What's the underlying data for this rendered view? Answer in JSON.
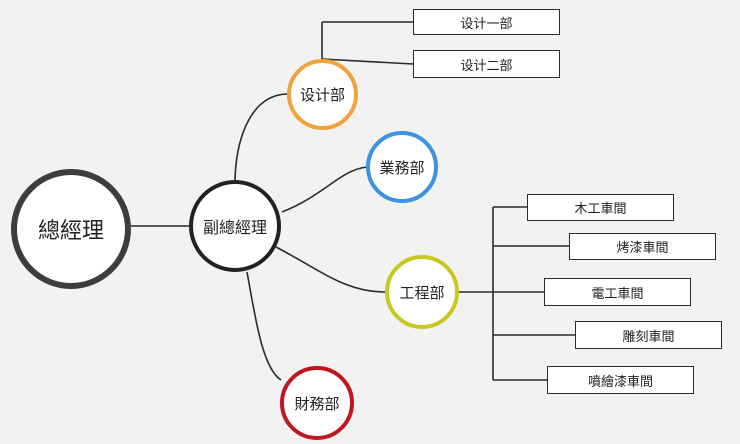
{
  "org_chart": {
    "root": {
      "label": "總經理",
      "color": "#3d3d3d"
    },
    "deputy": {
      "label": "副總經理",
      "color": "#1f2326"
    },
    "departments": [
      {
        "id": "design",
        "label": "设计部",
        "color": "#f0a23e"
      },
      {
        "id": "business",
        "label": "業務部",
        "color": "#3c93e0"
      },
      {
        "id": "engineering",
        "label": "工程部",
        "color": "#c9c820"
      },
      {
        "id": "finance",
        "label": "財務部",
        "color": "#c0171f"
      }
    ],
    "design_units": [
      "设计一部",
      "设计二部"
    ],
    "engineering_units": [
      "木工車間",
      "烤漆車間",
      "電工車間",
      "雕刻車間",
      "噴繪漆車間"
    ]
  }
}
